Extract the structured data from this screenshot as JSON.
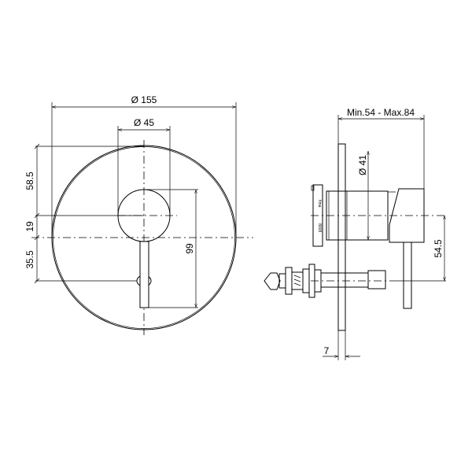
{
  "front_view": {
    "dims": {
      "plate_diameter": "Ø 155",
      "knob_diameter": "Ø 45",
      "top_to_knob": "58.5",
      "knob_to_center": "19",
      "center_to_diverter": "35.5",
      "knob_to_lever_end": "99"
    }
  },
  "side_view": {
    "dims": {
      "depth_range": "Min.54 - Max.84",
      "body_diameter": "Ø 41",
      "knob_to_diverter": "54.5",
      "plate_thickness": "7"
    },
    "flange_marks": [
      "fima",
      "8008"
    ]
  }
}
